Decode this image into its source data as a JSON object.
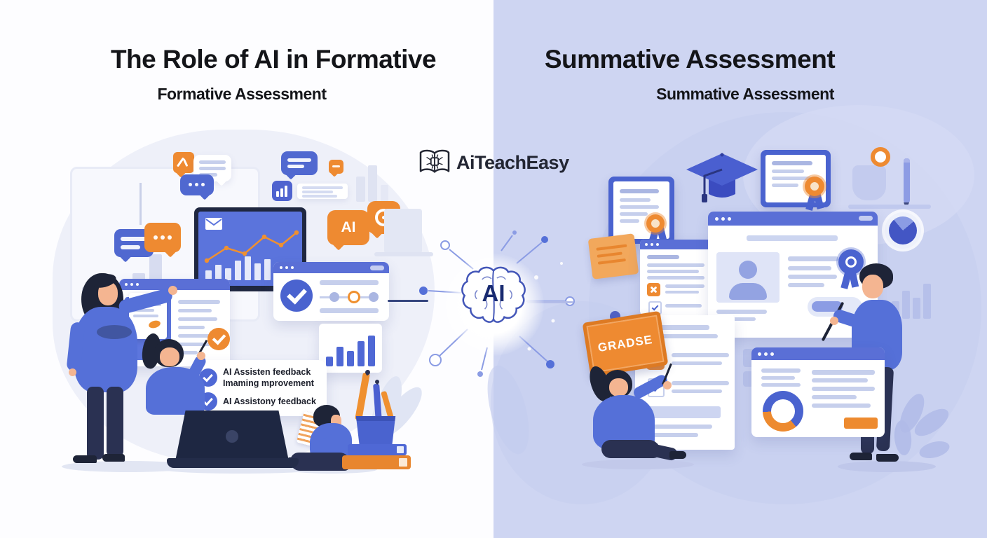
{
  "left_panel": {
    "title": "The Role of AI in Formative",
    "subtitle": "Formative Assessment",
    "ai_bubble_label": "AI",
    "feedback_card": {
      "items": [
        {
          "line1": "AI Assisten feedback",
          "line2": "Imaming mprovement"
        },
        {
          "line1": "AI Assistony feedback"
        }
      ]
    }
  },
  "center": {
    "logo_text": "AiTeachEasy",
    "brain_label": "AI"
  },
  "right_panel": {
    "title": "Summative Assessment",
    "subtitle": "Summative Assessment",
    "grade_note_label": "GRADSE"
  },
  "colors": {
    "primary_blue": "#5570d8",
    "deep_blue": "#4a63cf",
    "accent_orange": "#ee8a31",
    "navy": "#1f2740",
    "lavender_bg": "#ced5f2",
    "skin": "#f4b591",
    "title_text": "#141519"
  },
  "icons": {
    "check": "CSS check shape",
    "cross": "CSS x shape",
    "typing_dots": "three dots"
  }
}
